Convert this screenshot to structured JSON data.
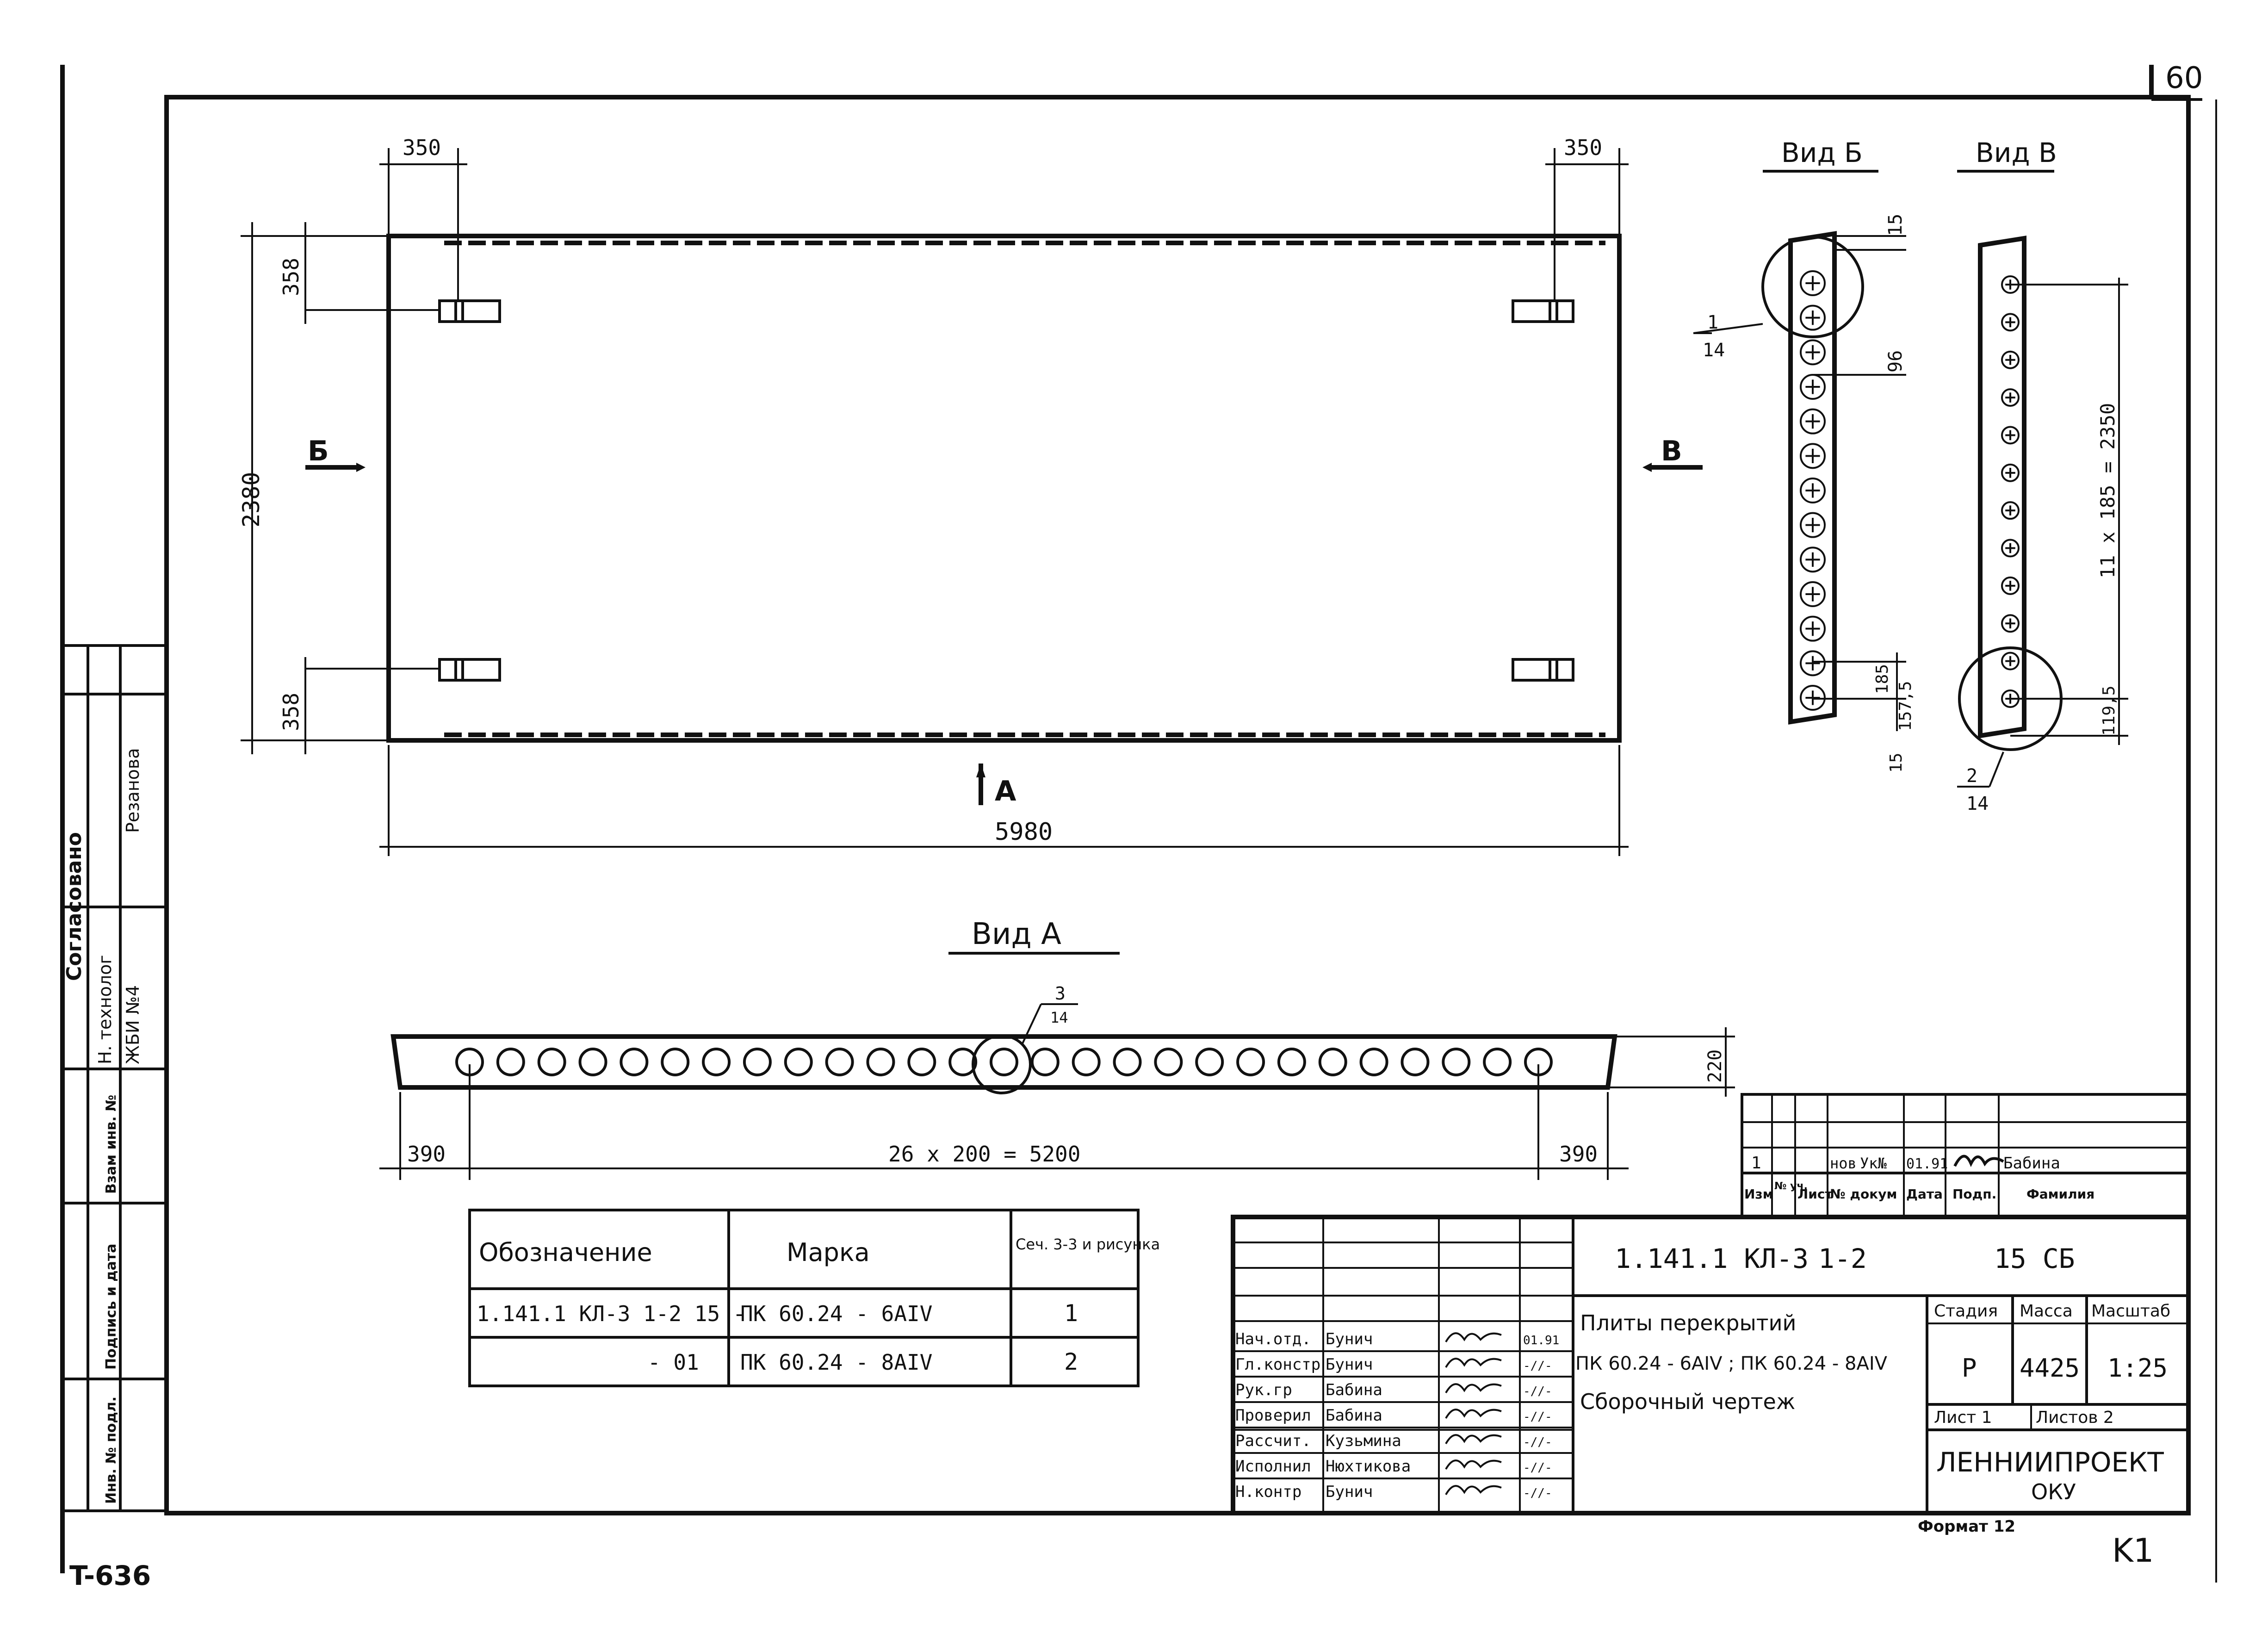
{
  "sheet": {
    "page_number": "60",
    "bottom_left_code": "T-636",
    "corner_mark": "K1",
    "format_label": "Формат 12"
  },
  "plan_view": {
    "dim_left_offset": "350",
    "dim_right_offset": "350",
    "dim_top_358": "358",
    "dim_bottom_358": "358",
    "dim_height": "2380",
    "dim_length": "5980",
    "label_b": "Б",
    "label_v": "В",
    "label_a": "А"
  },
  "view_b": {
    "title": "Вид Б",
    "dim_15_top": "15",
    "dim_96": "96",
    "dim_157": "157,5",
    "dim_185": "185",
    "dim_15_bottom": "15",
    "callout_number": "1",
    "callout_sheet": "14",
    "hole_count": 13
  },
  "view_v": {
    "title": "Вид В",
    "dim_spacing": "11 x 185 = 2350",
    "dim_bottom": "119,5",
    "callout_number": "2",
    "callout_sheet": "14",
    "hole_count": 12
  },
  "view_a": {
    "title": "Вид А",
    "dim_height": "220",
    "dim_left": "390",
    "dim_spacing": "26 x 200 = 5200",
    "dim_right": "390",
    "callout_number": "3",
    "callout_sheet": "14",
    "hole_count": 27
  },
  "spec_table": {
    "headers": [
      "Обозначение",
      "Марка",
      "Сеч. 3-3 и рисунка"
    ],
    "rows": [
      [
        "1.141.1 КЛ-3  1-2  15 -",
        "ПК 60.24 - 6AIV",
        "1"
      ],
      [
        "- 01",
        "ПК 60.24 - 8AIV",
        "2"
      ]
    ]
  },
  "side_stamp": {
    "agreed": "Согласовано",
    "role": "Н. технолог",
    "role2": "ЖБИ №4",
    "name": "Резанова",
    "cells": [
      "Взам инв. №",
      "Подпись и дата",
      "Инв. № подл."
    ]
  },
  "revision_block": {
    "row": [
      "1",
      "нов",
      "Ук№",
      "01.91",
      "",
      "Бабина"
    ],
    "headers": [
      "Изм",
      "№ уч.",
      "Лист",
      "№ докум",
      "Дата",
      "Подп.",
      "Фамилия"
    ]
  },
  "title_block": {
    "designation": "1.141.1 КЛ-3",
    "issue": "1-2",
    "suffix": "15 СБ",
    "title_lines": [
      "Плиты перекрытий",
      "ПК 60.24 - 6AIV ; ПК 60.24 - 8AIV",
      "Сборочный чертеж"
    ],
    "stage_label": "Стадия",
    "mass_label": "Масса",
    "scale_label": "Масштаб",
    "stage": "Р",
    "mass": "4425",
    "scale": "1:25",
    "sheet_label": "Лист 1",
    "sheets_label": "Листов 2",
    "org": "ЛЕННИИПРОЕКТ",
    "org_sub": "ОКУ",
    "signers": [
      {
        "role": "Нач.отд.",
        "name": "Бунич",
        "date": "01.91"
      },
      {
        "role": "Гл.констр",
        "name": "Бунич",
        "date": "-//-"
      },
      {
        "role": "Рук.гр",
        "name": "Бабина",
        "date": "-//-"
      },
      {
        "role": "Проверил",
        "name": "Бабина",
        "date": "-//-"
      },
      {
        "role": "Рассчит.",
        "name": "Кузьмина",
        "date": "-//-"
      },
      {
        "role": "Исполнил",
        "name": "Нюхтикова",
        "date": "-//-"
      },
      {
        "role": "Н.контр",
        "name": "Бунич",
        "date": "-//-"
      }
    ]
  }
}
